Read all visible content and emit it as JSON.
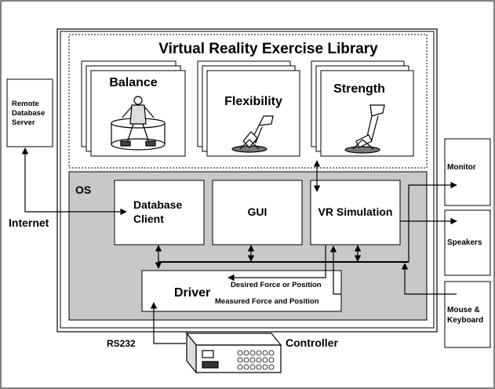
{
  "library": {
    "title": "Virtual Reality Exercise Library",
    "cards": [
      {
        "label": "Balance"
      },
      {
        "label": "Flexibility"
      },
      {
        "label": "Strength"
      }
    ]
  },
  "remote_server": {
    "label_lines": [
      "Remote",
      "Database",
      "Server"
    ]
  },
  "os": {
    "label": "OS",
    "database_client_lines": [
      "Database",
      "Client"
    ],
    "gui_label": "GUI",
    "vr_simulation_label": "VR Simulation",
    "driver_label": "Driver",
    "desired_label": "Desired Force or Position",
    "measured_label": "Measured Force and Position"
  },
  "peripherals": {
    "monitor": "Monitor",
    "speakers": "Speakers",
    "mouse_keyboard_lines": [
      "Mouse &",
      "Keyboard"
    ]
  },
  "links": {
    "internet": "Internet",
    "rs232": "RS232",
    "controller": "Controller"
  },
  "colors": {
    "os_fill": "#c8c8c8",
    "page": "#ffffff",
    "stroke": "#000000"
  }
}
